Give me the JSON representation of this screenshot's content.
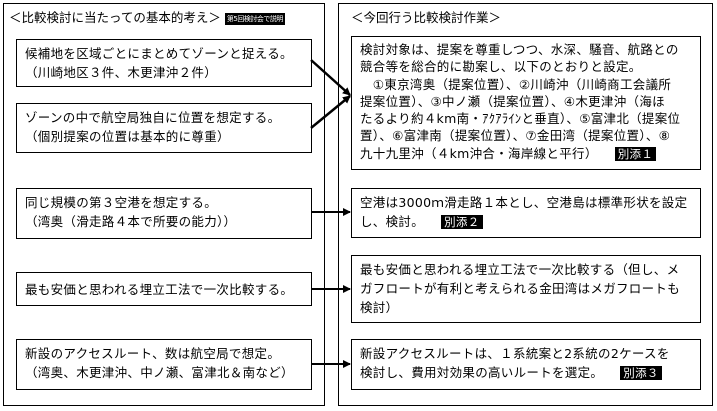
{
  "left_panel": {
    "heading": "＜比較検討に当たっての基本的考え＞",
    "heading_badge": "第5回検討会で説明",
    "boxes": [
      {
        "line1": "候補地を区域ごとにまとめてゾーンと捉える。",
        "line2": "（川崎地区３件、木更津沖２件）"
      },
      {
        "line1": "ゾーンの中で航空局独自に位置を想定する。",
        "line2": "（個別提案の位置は基本的に尊重）"
      },
      {
        "line1": "同じ規模の第３空港を想定する。",
        "line2": "（湾奥（滑走路４本で所要の能力））"
      },
      {
        "line1": "最も安価と思われる埋立工法で一次比較する。",
        "line2": ""
      },
      {
        "line1": "新設のアクセスルート、数は航空局で想定。",
        "line2": "（湾奥、木更津沖、中ノ瀬、富津北＆南など）"
      }
    ]
  },
  "right_panel": {
    "heading": "＜今回行う比較検討作業＞",
    "boxes": [
      {
        "lines": [
          "検討対象は、提案を尊重しつつ、水深、騒音、航路との",
          "競合等を総合的に勘案し、以下のとおりと設定。",
          "　①東京湾奥（提案位置）、②川崎沖（川崎商工会議所",
          "提案位置）、③中ノ瀬（提案位置）、④木更津沖（海ほ",
          "たるより約４km南・ｱｸｱﾗｲﾝと垂直）、⑤富津北（提案位",
          "置）、⑥富津南（提案位置）、⑦金田湾（提案位置）、⑧",
          "九十九里沖（４km沖合・海岸線と平行）"
        ],
        "badge": "別添１"
      },
      {
        "lines": [
          "空港は3000ｍ滑走路１本とし、空港島は標準形状を設定",
          "し、検討。"
        ],
        "badge": "別添２"
      },
      {
        "lines": [
          "最も安価と思われる埋立工法で一次比較する（但し、メ",
          "ガフロートが有利と考えられる金田湾はメガフロートも",
          "検討）"
        ],
        "badge": ""
      },
      {
        "lines": [
          "新設アクセスルートは、１系統案と2系統の2ケースを",
          "検討し、費用対効果の高いルートを選定。"
        ],
        "badge": "別添３"
      }
    ]
  }
}
